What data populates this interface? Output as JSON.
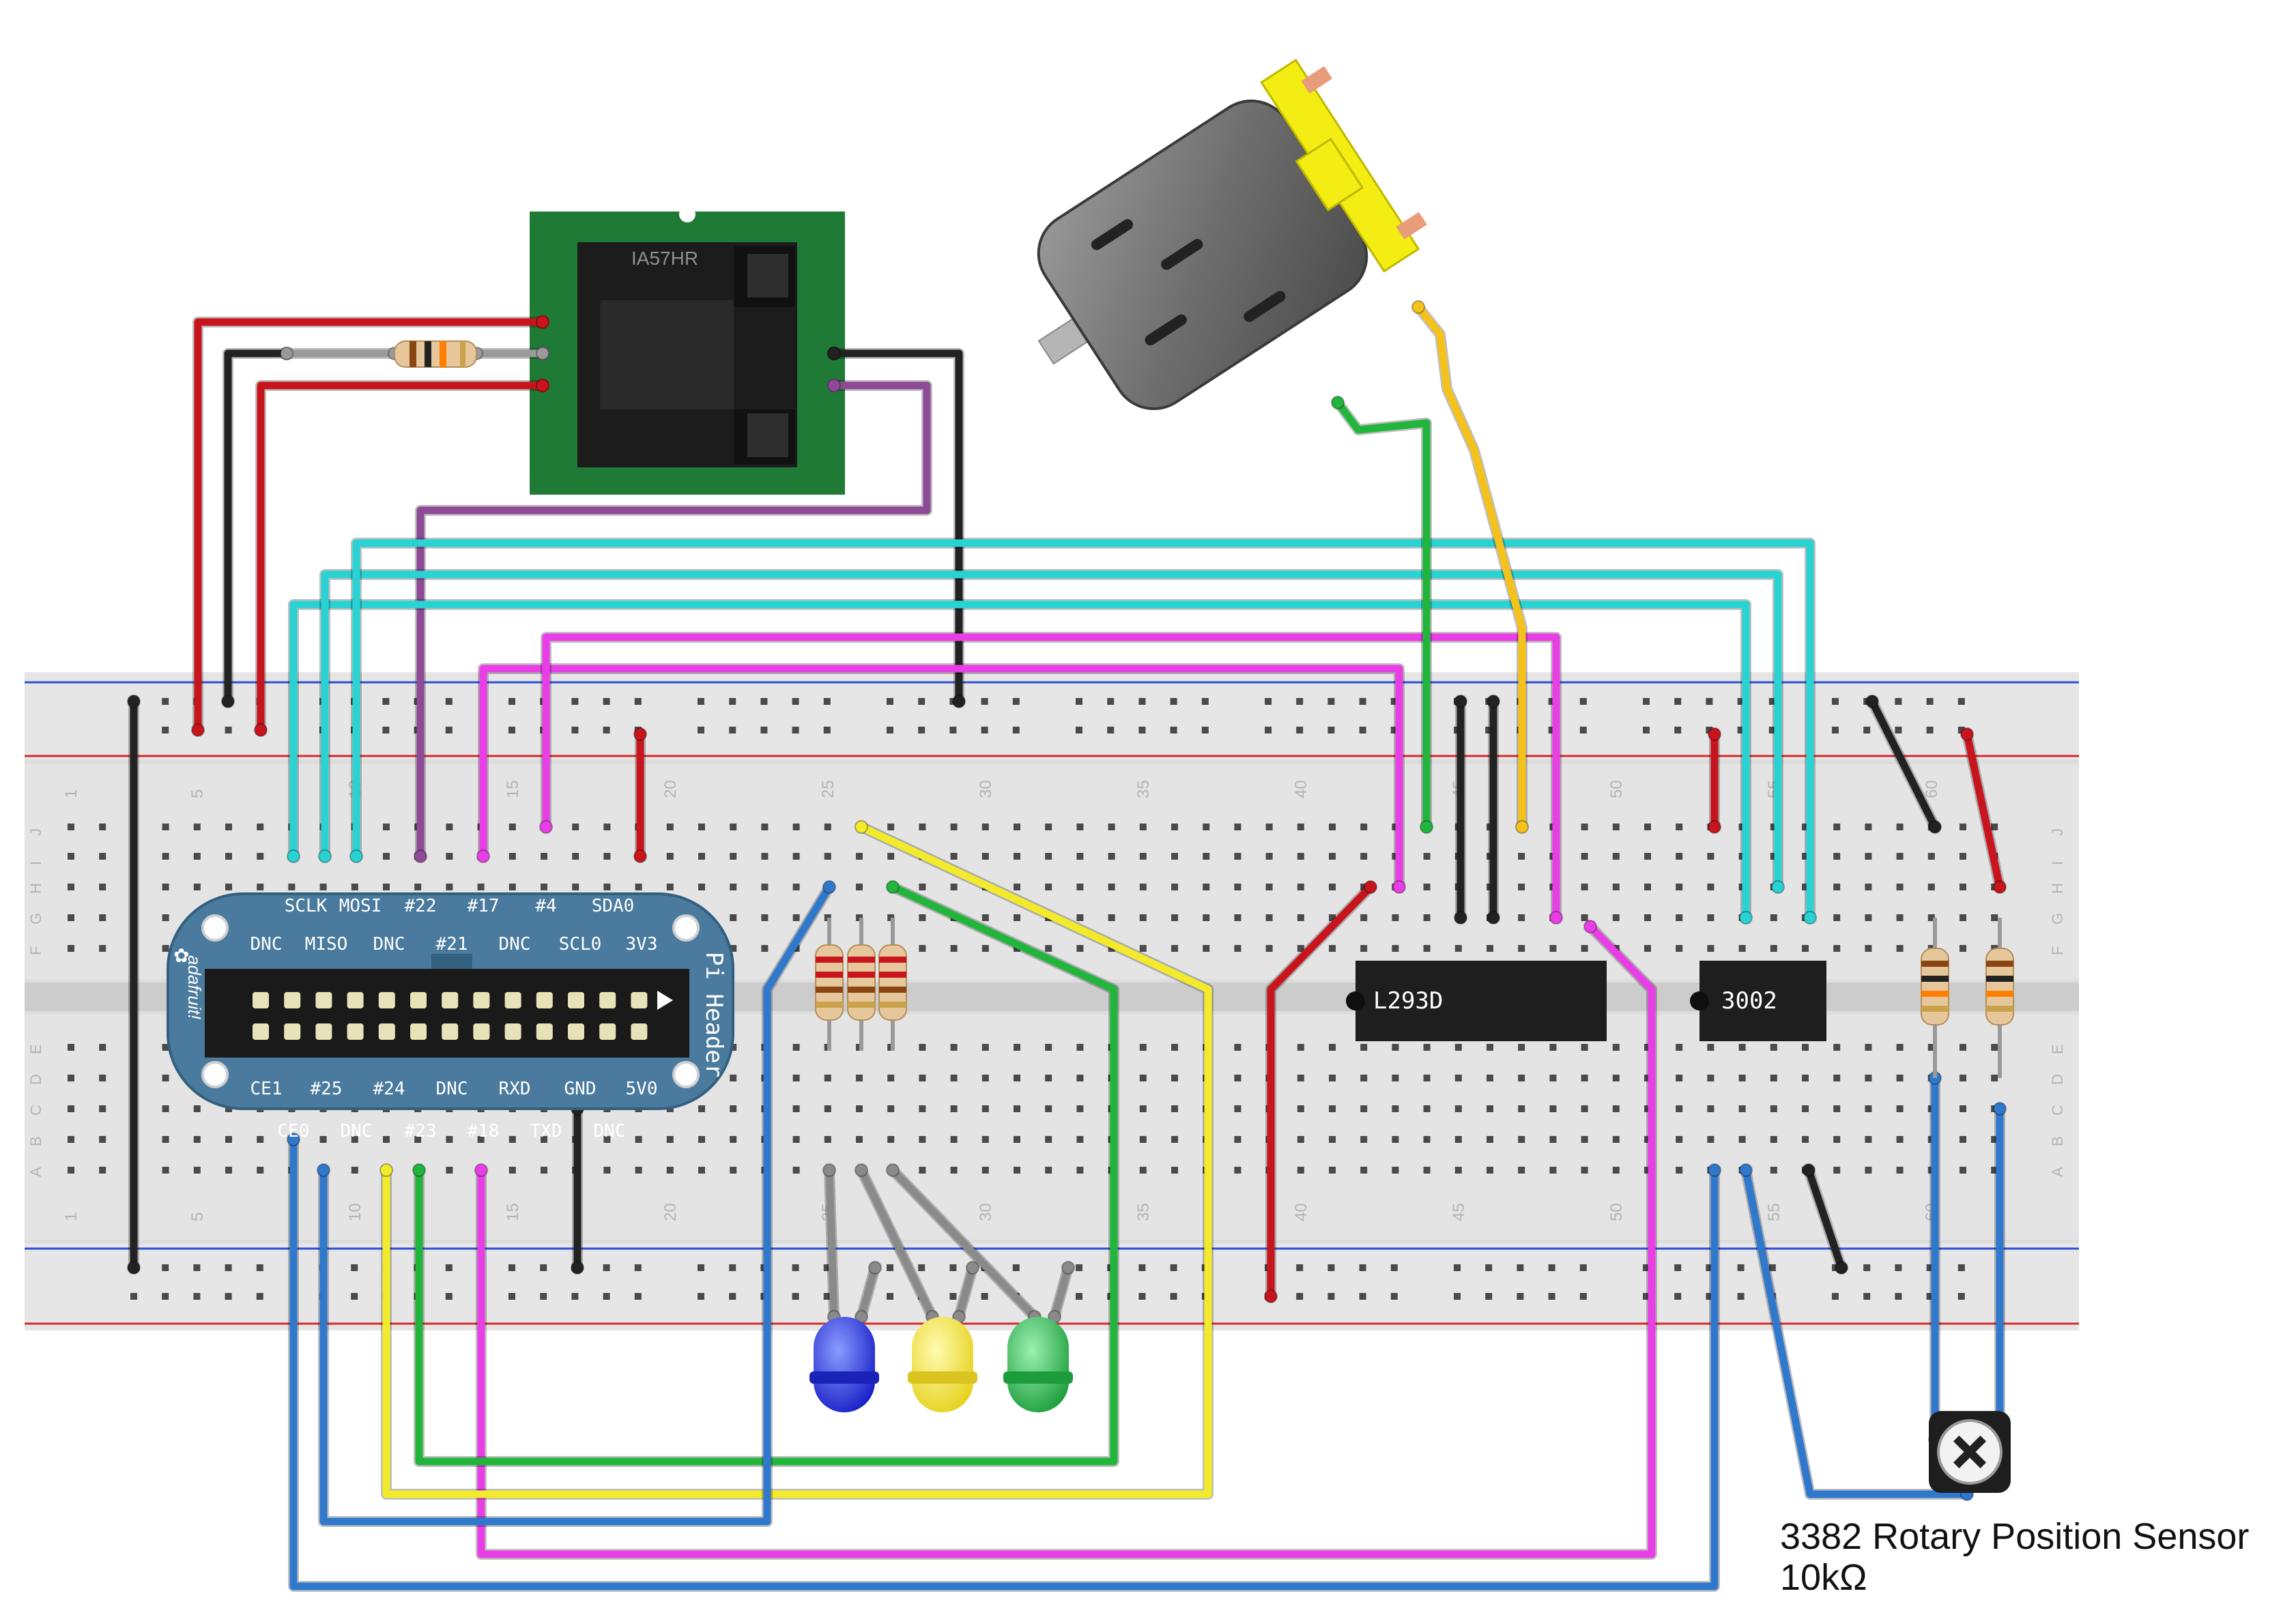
{
  "photo_interrupter": {
    "part_label": "IA57HR"
  },
  "pi_header": {
    "brand": "adafruit!",
    "title": "Pi Header",
    "top_row_upper": [
      "SCLK",
      "MOSI",
      "#22",
      "#17",
      "#4",
      "SDA0"
    ],
    "top_row_lower": [
      "DNC",
      "MISO",
      "DNC",
      "#21",
      "DNC",
      "SCL0",
      "3V3"
    ],
    "bottom_row_upper": [
      "CE1",
      "#25",
      "#24",
      "DNC",
      "RXD",
      "GND",
      "5V0"
    ],
    "bottom_row_lower": [
      "CE0",
      "DNC",
      "#23",
      "#18",
      "TXD",
      "DNC"
    ]
  },
  "breadboard": {
    "row_letters_top": [
      "J",
      "I",
      "H",
      "G",
      "F"
    ],
    "row_letters_bottom": [
      "E",
      "D",
      "C",
      "B",
      "A"
    ],
    "column_numbers": [
      "1",
      "5",
      "10",
      "15",
      "20",
      "25",
      "30",
      "35",
      "40",
      "45",
      "50",
      "55",
      "60"
    ]
  },
  "chips": {
    "driver": "L293D",
    "adc": "3002"
  },
  "sensor_caption": {
    "line1": "3382 Rotary Position Sensor",
    "line2": "10kΩ"
  },
  "colors": {
    "wire_red": "#c8141c",
    "wire_black": "#222222",
    "wire_cyan": "#29d3d3",
    "wire_purple": "#8e4a96",
    "wire_magenta": "#e93ee6",
    "wire_blue": "#2f78cc",
    "wire_yellow": "#f2ea2a",
    "wire_green": "#21b53c",
    "wire_gold": "#f5c21b",
    "pi_header_blue": "#4a7a9d",
    "pcb_green": "#1f7a35",
    "led_blue": "#2233dd",
    "led_yellow": "#f1e03a",
    "led_green": "#2fb14f"
  }
}
